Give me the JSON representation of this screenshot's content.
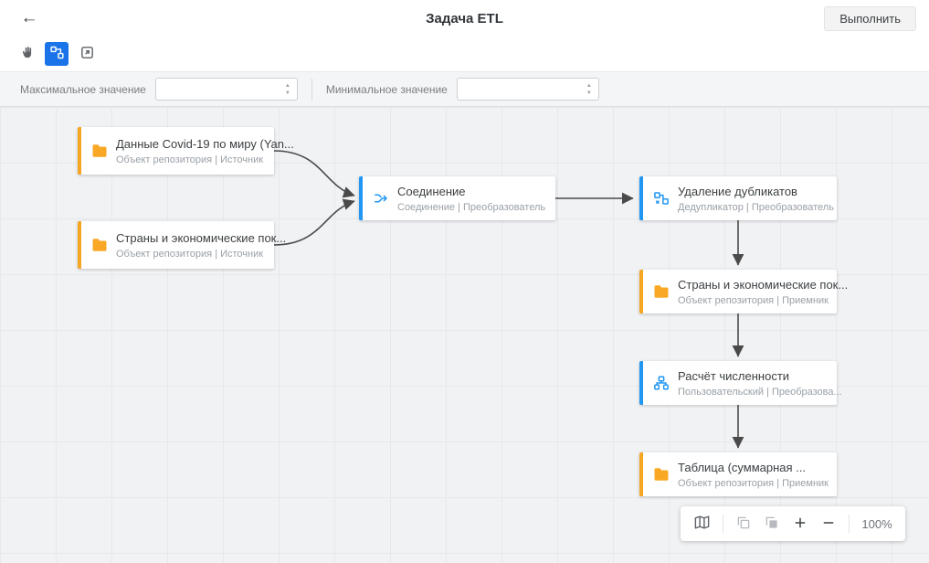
{
  "header": {
    "title": "Задача ETL",
    "run_button": "Выполнить"
  },
  "icons": {
    "back": "←",
    "spinner_up": "▲",
    "spinner_down": "▼"
  },
  "filters": {
    "max": {
      "label": "Максимальное значение",
      "value": ""
    },
    "min": {
      "label": "Минимальное значение",
      "value": ""
    }
  },
  "nodes": [
    {
      "title": "Данные Covid-19 по миру (Yan...",
      "subtitle": "Объект репозитория | Источник",
      "icon": "folder-icon",
      "accent": "#F5A623"
    },
    {
      "title": "Страны и экономические пок...",
      "subtitle": "Объект репозитория | Источник",
      "icon": "folder-icon",
      "accent": "#F5A623"
    },
    {
      "title": "Соединение",
      "subtitle": "Соединение | Преобразователь",
      "icon": "join-icon",
      "accent": "#2196F3"
    },
    {
      "title": "Удаление дубликатов",
      "subtitle": "Дедупликатор | Преобразователь",
      "icon": "dedup-icon",
      "accent": "#2196F3"
    },
    {
      "title": "Страны и экономические пок...",
      "subtitle": "Объект репозитория | Приемник",
      "icon": "folder-icon",
      "accent": "#F5A623"
    },
    {
      "title": "Расчёт численности",
      "subtitle": "Пользовательский | Преобразова...",
      "icon": "custom-transform-icon",
      "accent": "#2196F3"
    },
    {
      "title": "Таблица (суммарная ...",
      "subtitle": "Объект репозитория | Приемник",
      "icon": "folder-icon",
      "accent": "#F5A623"
    }
  ],
  "zoom_controls": {
    "zoom_level": "100%"
  },
  "colors": {
    "accent_orange": "#F5A623",
    "accent_blue": "#2196F3",
    "toolbar_active": "#1A73E8",
    "edge": "#4A4A4A"
  }
}
